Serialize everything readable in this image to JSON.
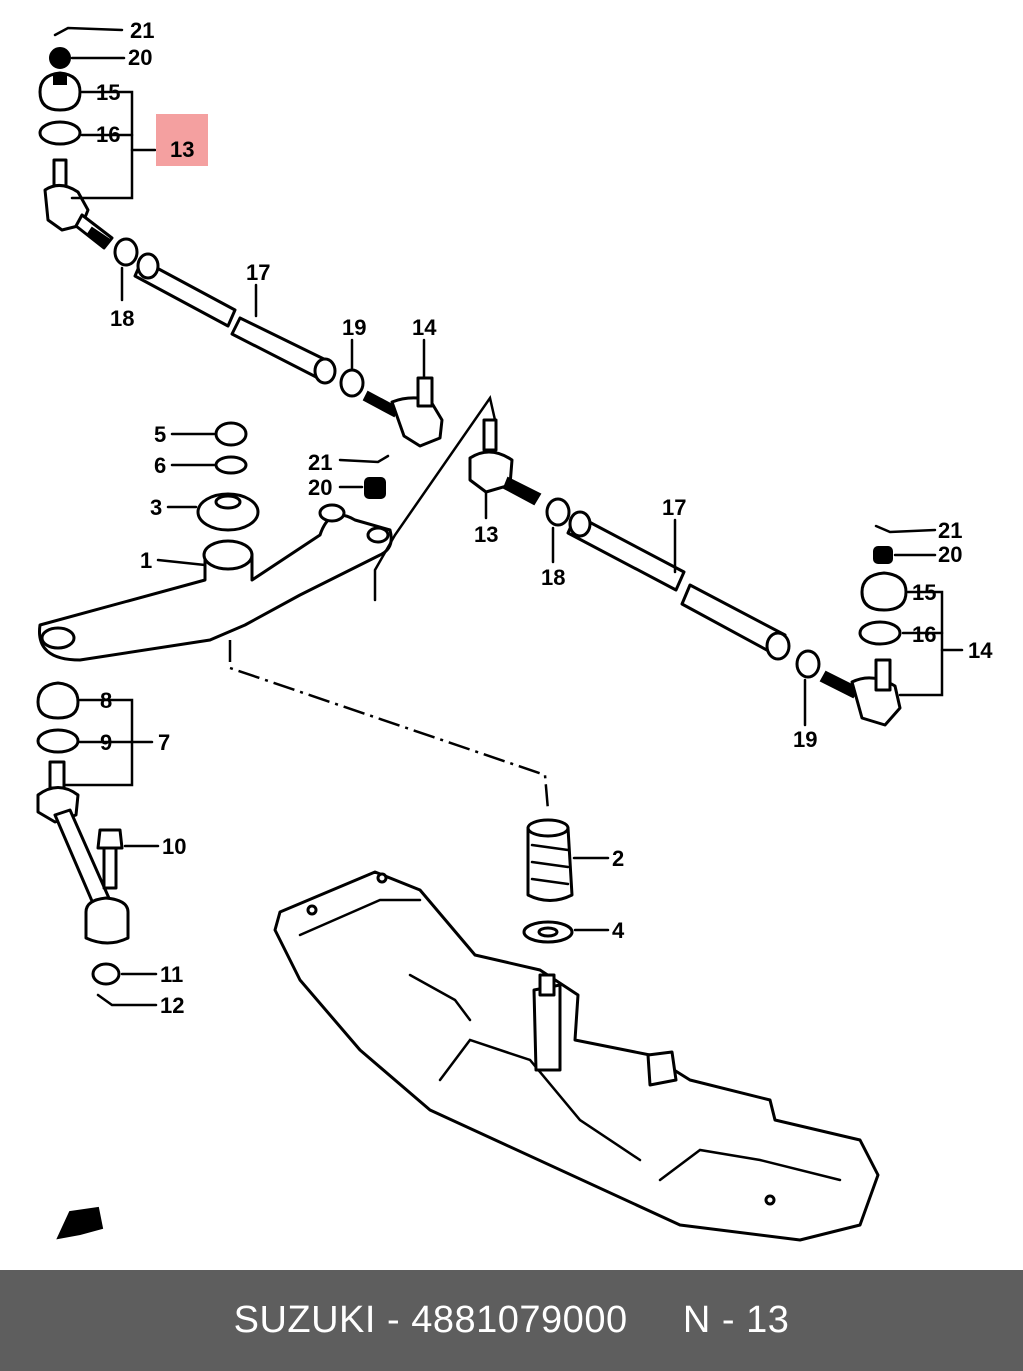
{
  "footer": {
    "brand": "SUZUKI",
    "separator": " - ",
    "part_number": "4881079000",
    "gap": "     ",
    "diagram_ref": "N - 13"
  },
  "highlight": {
    "label": "13",
    "color": "#f4a0a0"
  },
  "callouts": {
    "c21a": "21",
    "c20a": "20",
    "c15a": "15",
    "c16a": "16",
    "c18a": "18",
    "c17a": "17",
    "c19a": "19",
    "c14a": "14",
    "c5": "5",
    "c6": "6",
    "c3": "3",
    "c1": "1",
    "c21b": "21",
    "c20b": "20",
    "c13b": "13",
    "c18b": "18",
    "c17b": "17",
    "c21c": "21",
    "c20c": "20",
    "c15c": "15",
    "c16c": "16",
    "c14c": "14",
    "c19c": "19",
    "c8": "8",
    "c9": "9",
    "c7": "7",
    "c10": "10",
    "c11": "11",
    "c12": "12",
    "c2": "2",
    "c4": "4"
  },
  "colors": {
    "footer_bg": "#5e5e5e",
    "footer_text": "#ffffff",
    "line": "#000000"
  }
}
